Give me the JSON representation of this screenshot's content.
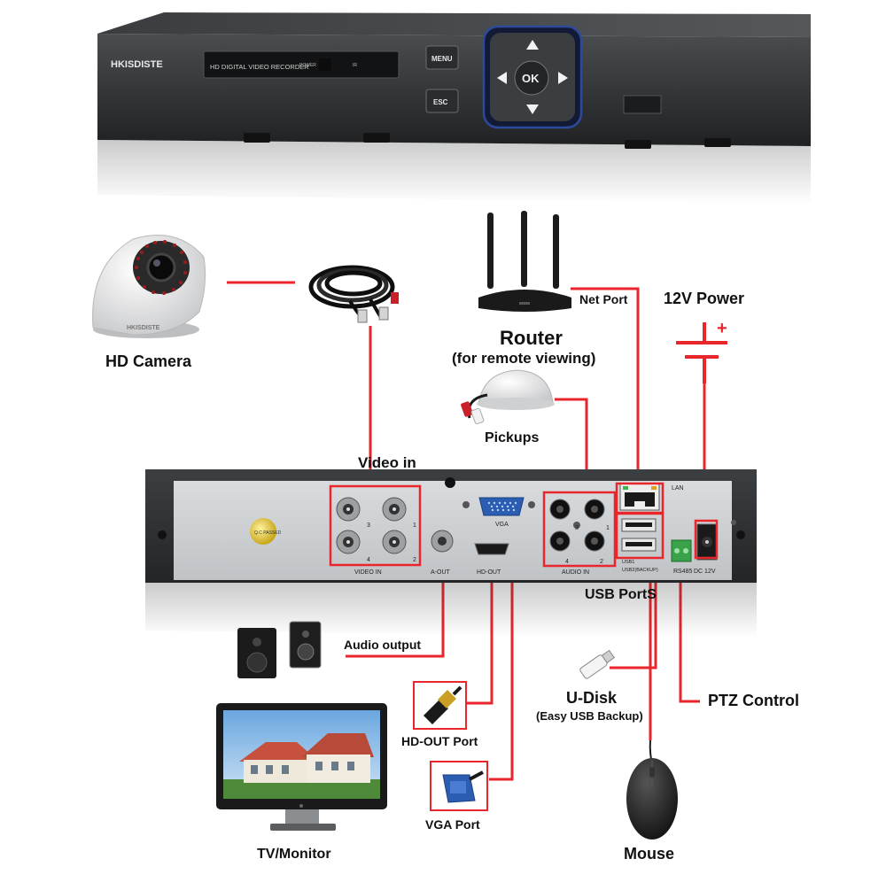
{
  "dvr_front": {
    "brand": "HKISDISTE",
    "model": "HD DIGITAL VIDEO RECORDER",
    "power_label": "POWER",
    "ir_label": "IR",
    "menu_label": "MENU",
    "esc_label": "ESC",
    "ok_label": "OK"
  },
  "camera": {
    "label": "HD Camera",
    "brand": "HKISDISTE"
  },
  "router": {
    "title": "Router",
    "subtitle": "(for remote viewing)"
  },
  "net_port": {
    "label": "Net Port"
  },
  "power": {
    "label": "12V Power",
    "plus": "+"
  },
  "pickups": {
    "label": "Pickups"
  },
  "video_in": {
    "title": "Video in"
  },
  "back_panel": {
    "video_in_label": "VIDEO IN",
    "video_nums": [
      "3",
      "1",
      "4",
      "2"
    ],
    "a_out_label": "A-OUT",
    "vga_label": "VGA",
    "hd_out_label": "HD-OUT",
    "audio_in_label": "AUDIO IN",
    "audio_nums": [
      "3",
      "1",
      "4",
      "2"
    ],
    "lan_label": "LAN",
    "usb1_label": "USB1",
    "usb2_label": "USB2(BACKUP)",
    "rs485_label": "RS485",
    "dc_label": "DC 12V",
    "qc_label": "Q.C PASSED"
  },
  "usb_ports": {
    "label": "USB PortS"
  },
  "audio_output": {
    "label": "Audio output"
  },
  "udisk": {
    "label": "U-Disk",
    "sublabel": "(Easy USB Backup)"
  },
  "ptz": {
    "label": "PTZ Control"
  },
  "hdout_port": {
    "label": "HD-OUT Port"
  },
  "vga_port": {
    "label": "VGA Port"
  },
  "monitor": {
    "label": "TV/Monitor"
  },
  "mouse": {
    "label": "Mouse"
  },
  "colors": {
    "wire": "#e8262b",
    "device": "#2b2d30",
    "label": "#111111"
  }
}
